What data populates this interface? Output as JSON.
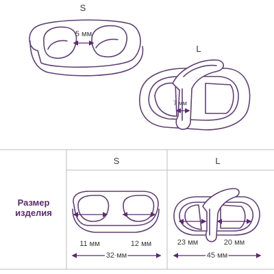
{
  "top": {
    "size_s_label": "S",
    "size_l_label": "L",
    "s_gap_dim": "5 мм",
    "l_gap_dim": "7 мм"
  },
  "table": {
    "col_s": "S",
    "col_l": "L",
    "row_title_line1": "Размер",
    "row_title_line2": "изделия",
    "s_left_width": "11 мм",
    "s_right_width": "12 мм",
    "s_total_width": "32 мм",
    "l_left_width": "23 мм",
    "l_right_width": "20 мм",
    "l_total_width": "45 мм"
  },
  "colors": {
    "outline": "#5f3f72",
    "accent": "#5b2a6e",
    "grid": "#bdbdbd"
  }
}
